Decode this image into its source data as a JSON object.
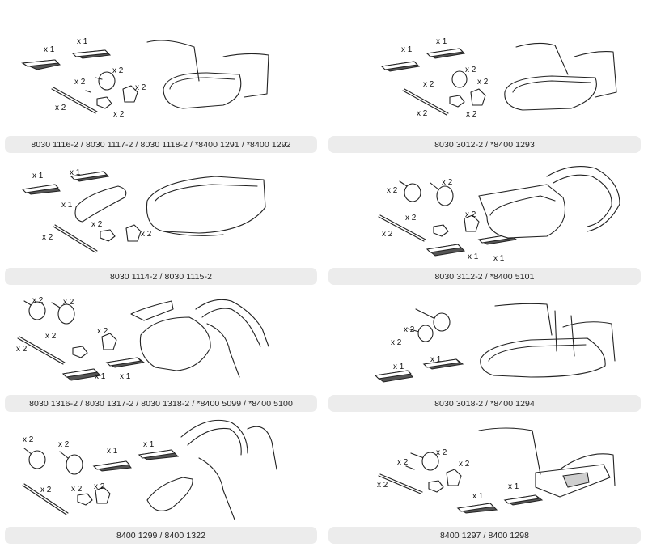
{
  "panels": [
    {
      "caption": "8030 1116-2 / 8030 1117-2 / 8030 1118-2 / *8400 1291 / *8400 1292",
      "quantities": [
        "x 1",
        "x 1",
        "x 2",
        "x 2",
        "x 2",
        "x 2",
        "x 2"
      ]
    },
    {
      "caption": "8030 3012-2 / *8400 1293",
      "quantities": [
        "x 1",
        "x 1",
        "x 2",
        "x 2",
        "x 2",
        "x 2",
        "x 2"
      ]
    },
    {
      "caption": "8030 1114-2 / 8030 1115-2",
      "quantities": [
        "x 1",
        "x 1",
        "x 1",
        "x 2",
        "x 2",
        "x 2"
      ]
    },
    {
      "caption": "8030 3112-2 / *8400 5101",
      "quantities": [
        "x 2",
        "x 2",
        "x 2",
        "x 2",
        "x 2",
        "x 1",
        "x 1"
      ]
    },
    {
      "caption": "8030 1316-2 / 8030 1317-2 / 8030 1318-2 / *8400 5099 / *8400 5100",
      "quantities": [
        "x 2",
        "x 2",
        "x 2",
        "x 2",
        "x 2",
        "x 1",
        "x 1"
      ]
    },
    {
      "caption": "8030 3018-2 / *8400 1294",
      "quantities": [
        "x 2",
        "x 2",
        "x 1",
        "x 1"
      ]
    },
    {
      "caption": "8400 1299 / 8400 1322",
      "quantities": [
        "x 2",
        "x 2",
        "x 1",
        "x 1",
        "x 2",
        "x 2",
        "x 2"
      ]
    },
    {
      "caption": "8400 1297 / 8400 1298",
      "quantities": [
        "x 2",
        "x 2",
        "x 2",
        "x 2",
        "x 1",
        "x 1"
      ]
    }
  ]
}
